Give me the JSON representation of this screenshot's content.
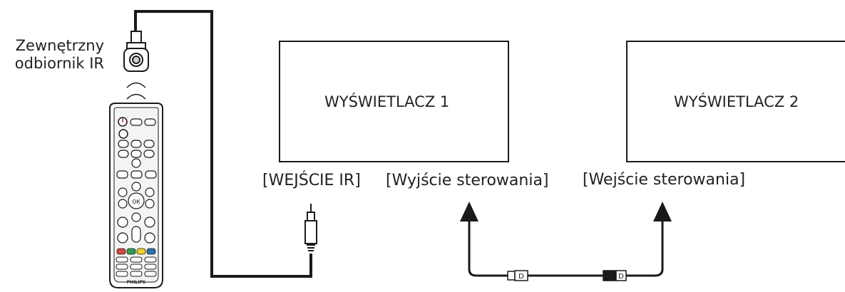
{
  "external_receiver": {
    "label_line1": "Zewnętrzny",
    "label_line2": "odbiornik IR"
  },
  "displays": [
    {
      "label": "WYŚWIETLACZ 1"
    },
    {
      "label": "WYŚWIETLACZ 2"
    }
  ],
  "ports": {
    "ir_in": "[WEJŚCIE IR]",
    "control_out": "[Wyjście sterowania]",
    "control_in": "[Wejście sterowania]"
  },
  "remote": {
    "brand": "PHILIPS"
  },
  "cable_connectors": {
    "left_plug_letter": "D",
    "right_plug_letter": "D"
  }
}
